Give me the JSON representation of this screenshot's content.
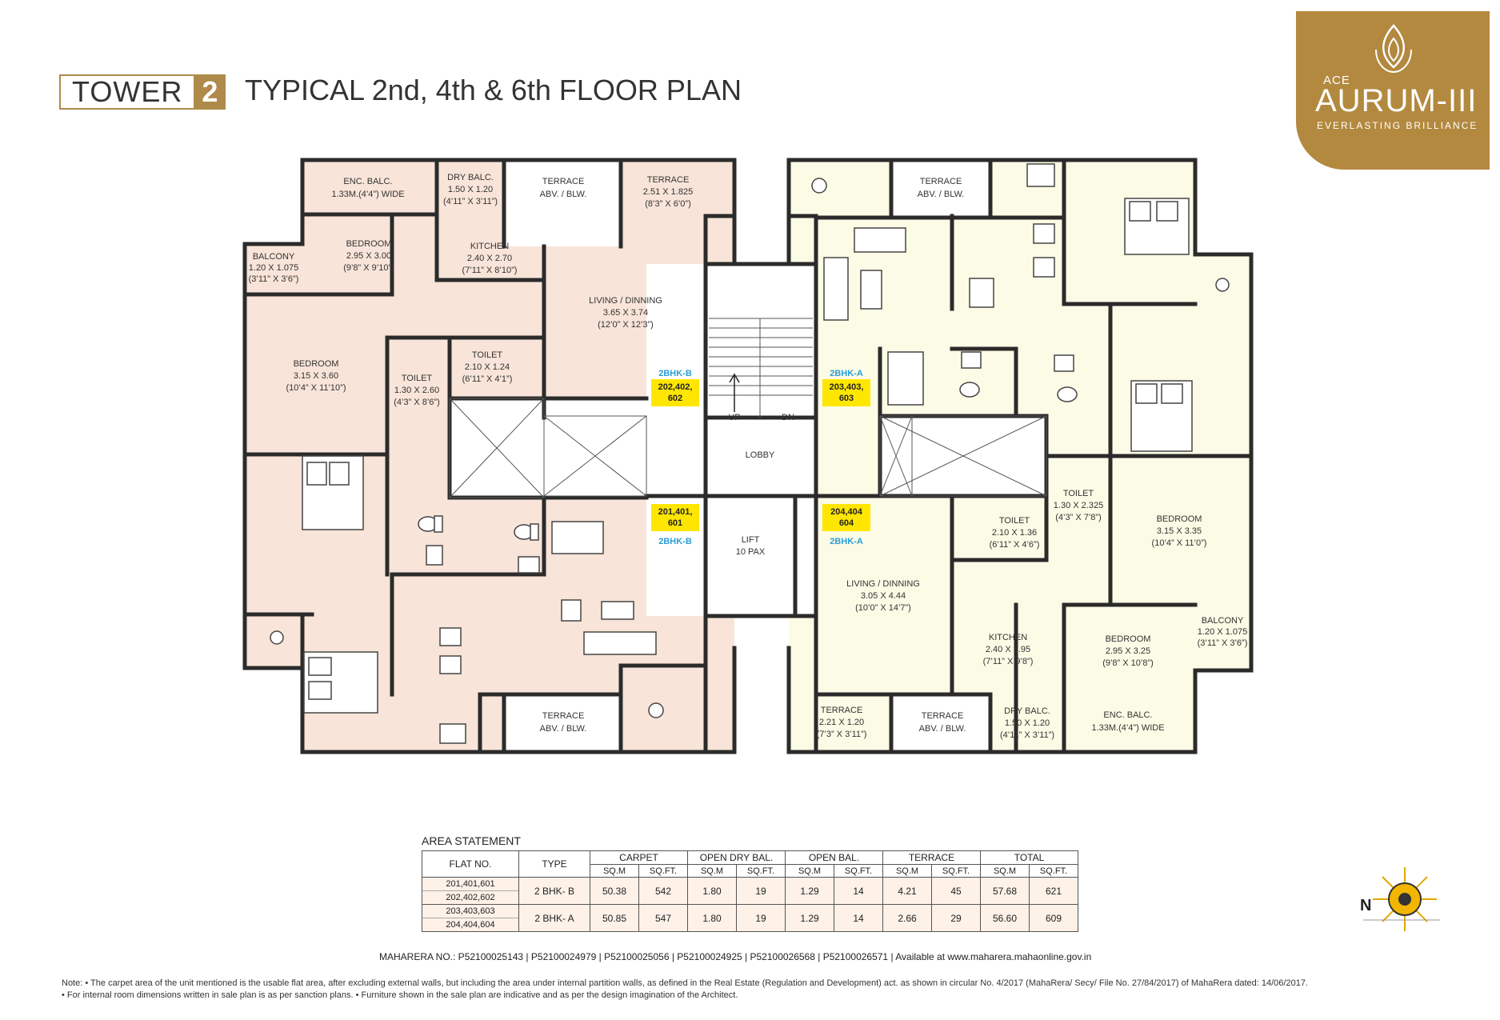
{
  "header": {
    "tower_word": "TOWER",
    "tower_number": "2",
    "title": "TYPICAL 2nd, 4th & 6th FLOOR PLAN"
  },
  "logo": {
    "prefix": "ACE",
    "name": "AURUM-III",
    "tagline": "EVERLASTING BRILLIANCE"
  },
  "colors": {
    "brand_gold": "#b3893f",
    "unit_b_fill": "#f8e4d8",
    "unit_a_fill": "#fbfbe6",
    "flat_highlight": "#ffe600",
    "type_label": "#2a9fd6"
  },
  "plan": {
    "rooms": {
      "b_enc_balc": [
        "ENC. BALC.",
        "1.33M.(4’4”) WIDE"
      ],
      "b_dry_balc": [
        "DRY BALC.",
        "1.50 X 1.20",
        "(4’11” X 3’11”)"
      ],
      "b_terrace_top": [
        "TERRACE",
        "ABV. / BLW."
      ],
      "b_terrace_251": [
        "TERRACE",
        "2.51 X 1.825",
        "(8’3” X 6’0”)"
      ],
      "b_balcony": [
        "BALCONY",
        "1.20 X 1.075",
        "(3’11” X 3’6”)"
      ],
      "b_bedroom_295": [
        "BEDROOM",
        "2.95 X 3.00",
        "(9’8” X 9’10”)"
      ],
      "b_kitchen": [
        "KITCHEN",
        "2.40 X 2.70",
        "(7’11” X 8’10”)"
      ],
      "b_living": [
        "LIVING / DINNING",
        "3.65 X 3.74",
        "(12’0” X 12’3”)"
      ],
      "b_toilet_210": [
        "TOILET",
        "2.10 X 1.24",
        "(6’11” X 4’1”)"
      ],
      "b_bedroom_315": [
        "BEDROOM",
        "3.15 X 3.60",
        "(10’4” X 11’10”)"
      ],
      "b_toilet_130": [
        "TOILET",
        "1.30 X 2.60",
        "(4’3” X 8’6”)"
      ],
      "b_terrace_bottom": [
        "TERRACE",
        "ABV. / BLW."
      ],
      "lobby": [
        "LOBBY"
      ],
      "up": [
        "UP"
      ],
      "dn": [
        "DN"
      ],
      "lift": [
        "LIFT",
        "10 PAX"
      ],
      "a_terrace_top": [
        "TERRACE",
        "ABV. / BLW."
      ],
      "a_toilet_210": [
        "TOILET",
        "2.10 X 1.36",
        "(6’11” X 4’6”)"
      ],
      "a_toilet_130": [
        "TOILET",
        "1.30 X 2.325",
        "(4’3” X 7’8”)"
      ],
      "a_bedroom_315": [
        "BEDROOM",
        "3.15 X 3.35",
        "(10’4” X 11’0”)"
      ],
      "a_living": [
        "LIVING / DINNING",
        "3.05 X 4.44",
        "(10’0” X 14’7”)"
      ],
      "a_kitchen": [
        "KITCHEN",
        "2.40 X 2.95",
        "(7’11” X 9’8”)"
      ],
      "a_bedroom_295": [
        "BEDROOM",
        "2.95 X 3.25",
        "(9’8” X 10’8”)"
      ],
      "a_balcony": [
        "BALCONY",
        "1.20 X 1.075",
        "(3’11” X 3’6”)"
      ],
      "a_terrace_221": [
        "TERRACE",
        "2.21 X 1.20",
        "(7’3” X 3’11”)"
      ],
      "a_terrace_bottom": [
        "TERRACE",
        "ABV. / BLW."
      ],
      "a_dry_balc": [
        "DRY BALC.",
        "1.50 X 1.20",
        "(4’11” X 3’11”)"
      ],
      "a_enc_balc": [
        "ENC. BALC.",
        "1.33M.(4’4”) WIDE"
      ]
    },
    "flats": {
      "nw": {
        "type": "2BHK-B",
        "numbers": [
          "202,402,",
          "602"
        ]
      },
      "ne": {
        "type": "2BHK-A",
        "numbers": [
          "203,403,",
          "603"
        ]
      },
      "sw": {
        "type": "2BHK-B",
        "numbers": [
          "201,401,",
          "601"
        ]
      },
      "se": {
        "type": "2BHK-A",
        "numbers": [
          "204,404",
          "604"
        ]
      }
    }
  },
  "area_statement": {
    "title": "AREA STATEMENT",
    "headers": {
      "flat_no": "FLAT NO.",
      "type": "TYPE",
      "groups": [
        "CARPET",
        "OPEN DRY BAL.",
        "OPEN BAL.",
        "TERRACE",
        "TOTAL"
      ],
      "units": [
        "SQ.M",
        "SQ.FT."
      ]
    },
    "rows": [
      {
        "flats": [
          "201,401,601",
          "202,402,602"
        ],
        "type": "2 BHK- B",
        "values": [
          "50.38",
          "542",
          "1.80",
          "19",
          "1.29",
          "14",
          "4.21",
          "45",
          "57.68",
          "621"
        ]
      },
      {
        "flats": [
          "203,403,603",
          "204,404,604"
        ],
        "type": "2 BHK- A",
        "values": [
          "50.85",
          "547",
          "1.80",
          "19",
          "1.29",
          "14",
          "2.66",
          "29",
          "56.60",
          "609"
        ]
      }
    ]
  },
  "maharera": "MAHARERA NO.: P52100025143 | P52100024979 | P52100025056 | P52100024925 | P52100026568 | P52100026571 | Available at www.maharera.mahaonline.gov.in",
  "notes": [
    "Note: • The carpet area of the unit mentioned is the usable flat area, after excluding external walls, but including the area under internal partition walls, as defined in the Real Estate (Regulation and Development) act. as shown in circular No. 4/2017 (MahaRera/ Secy/ File No. 27/84/2017) of MahaRera dated: 14/06/2017.",
    "• For internal room dimensions written in sale plan is as per sanction plans. • Furniture shown in the sale plan are indicative and as per the design imagination of the Architect."
  ],
  "compass_letter": "N"
}
